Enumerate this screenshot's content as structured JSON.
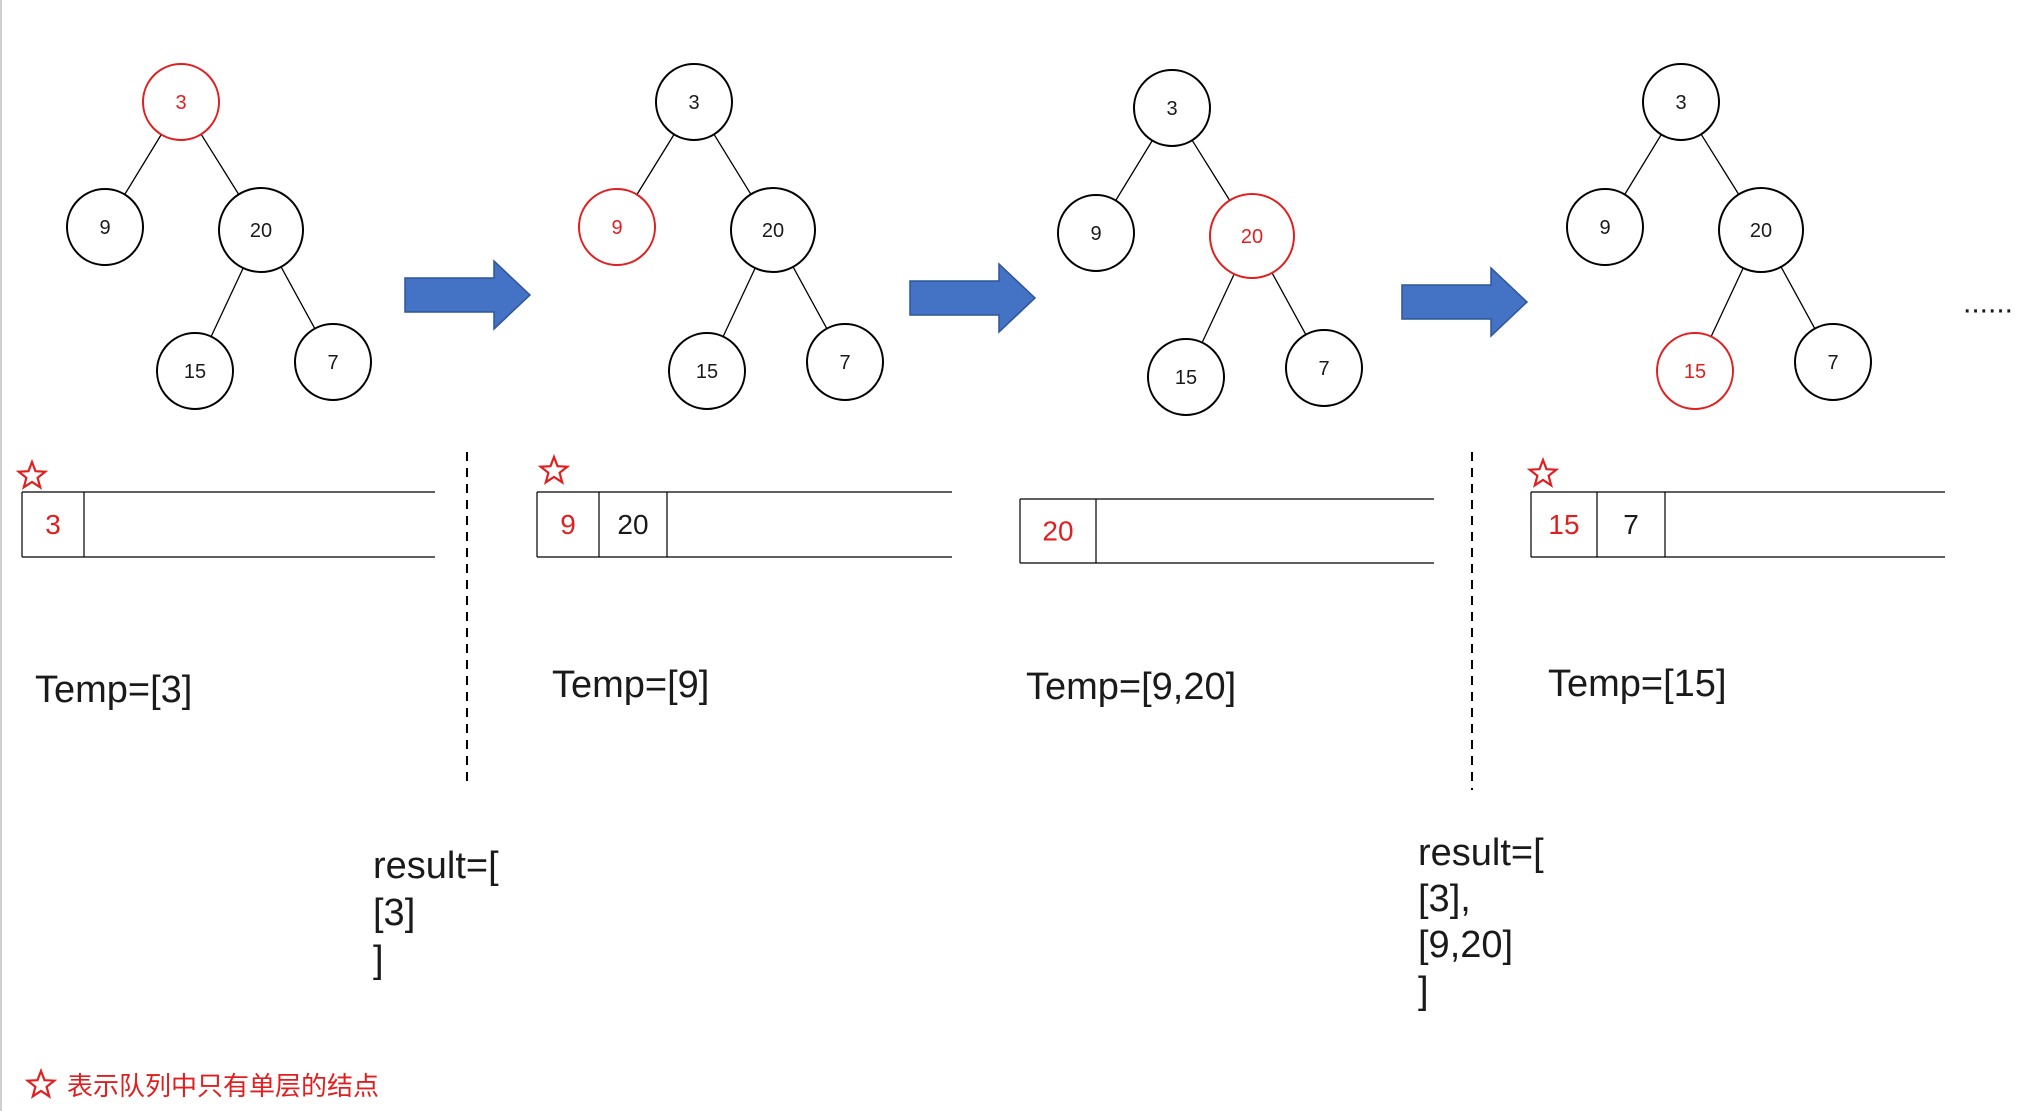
{
  "colors": {
    "highlight": "#e02020",
    "stroke": "#000000",
    "text": "#1a1a1a",
    "arrow": "#4472c4",
    "arrow_edge": "#2f5597"
  },
  "panels": [
    {
      "tree": {
        "root": "3",
        "left": "9",
        "right": "20",
        "right_left": "15",
        "right_right": "7",
        "highlight": "root"
      },
      "queue": {
        "cells": [
          "3"
        ],
        "highlight_index": 0,
        "star": true
      },
      "temp": "Temp=[3]"
    },
    {
      "tree": {
        "root": "3",
        "left": "9",
        "right": "20",
        "right_left": "15",
        "right_right": "7",
        "highlight": "left"
      },
      "queue": {
        "cells": [
          "9",
          "20"
        ],
        "highlight_index": 0,
        "star": true
      },
      "temp": "Temp=[9]"
    },
    {
      "tree": {
        "root": "3",
        "left": "9",
        "right": "20",
        "right_left": "15",
        "right_right": "7",
        "highlight": "right"
      },
      "queue": {
        "cells": [
          "20"
        ],
        "highlight_index": 0,
        "star": false
      },
      "temp": "Temp=[9,20]"
    },
    {
      "tree": {
        "root": "3",
        "left": "9",
        "right": "20",
        "right_left": "15",
        "right_right": "7",
        "highlight": "right_left"
      },
      "queue": {
        "cells": [
          "15",
          "7"
        ],
        "highlight_index": 0,
        "star": true
      },
      "temp": "Temp=[15]"
    }
  ],
  "results": [
    {
      "lines": [
        "result=[",
        "[3]",
        "]"
      ]
    },
    {
      "lines": [
        "result=[",
        "[3],",
        "[9,20]",
        "]"
      ]
    }
  ],
  "ellipsis": "......",
  "legend": {
    "star_icon": "star-outline-icon",
    "text": "表示队列中只有单层的结点"
  }
}
